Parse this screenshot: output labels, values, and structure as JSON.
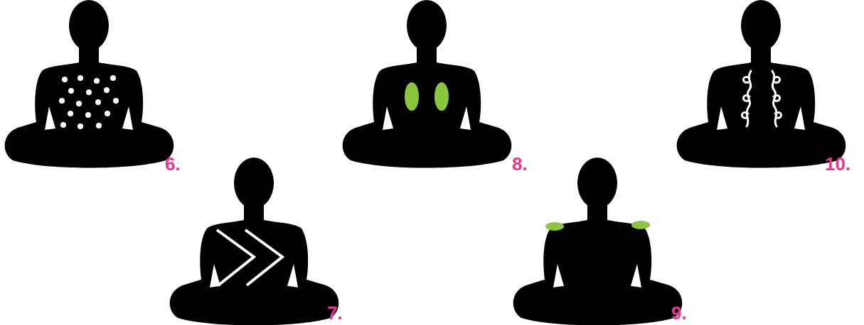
{
  "diagram": {
    "labels": [
      "6.",
      "7.",
      "8.",
      "9.",
      "10."
    ]
  }
}
